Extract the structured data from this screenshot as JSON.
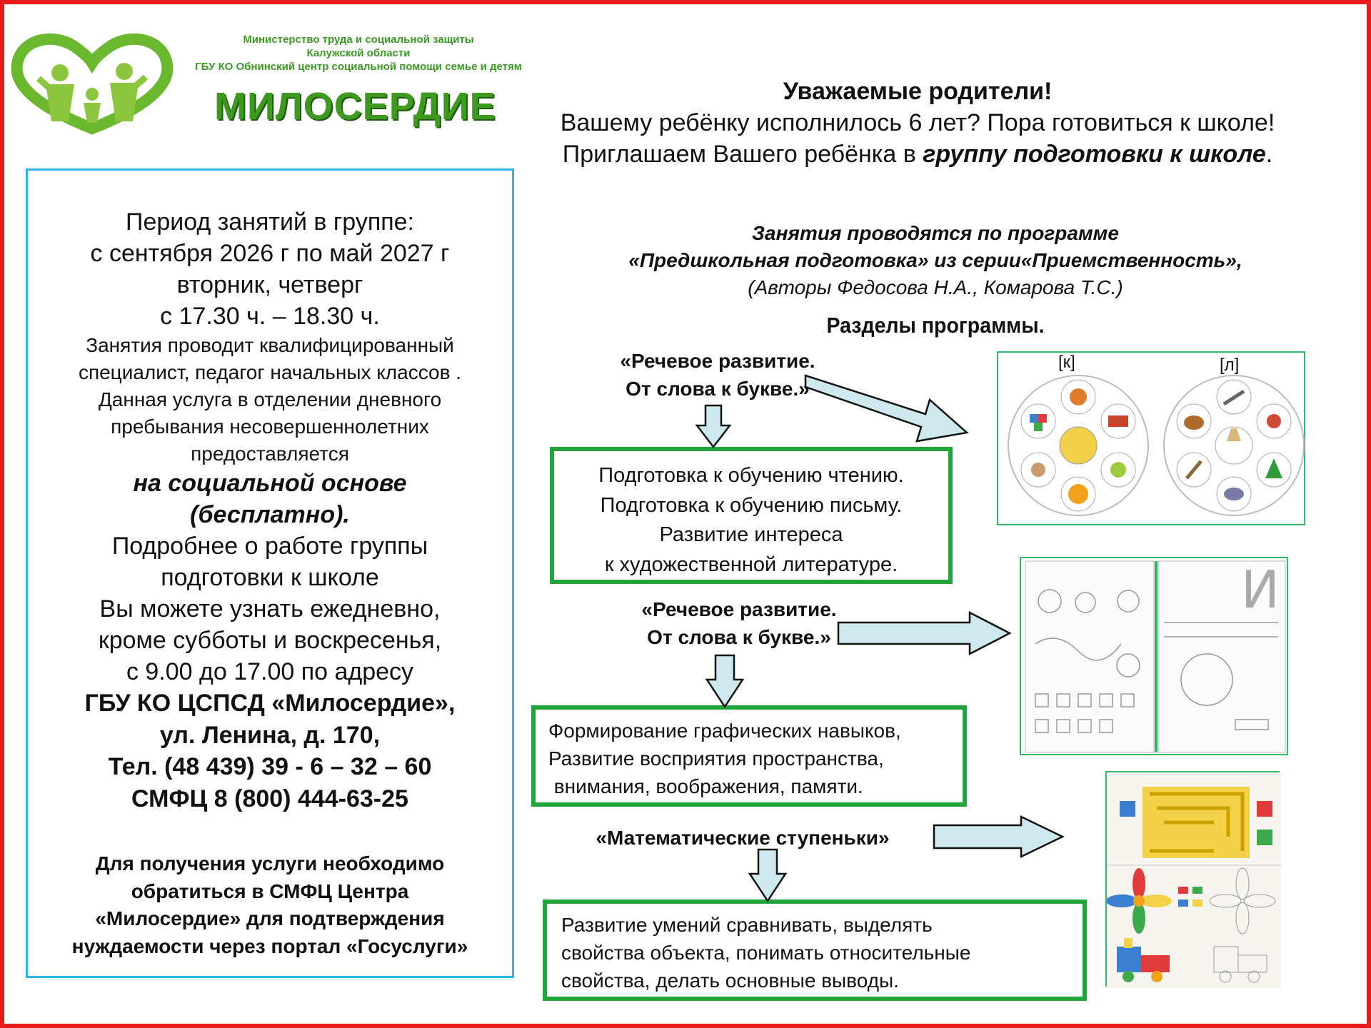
{
  "header": {
    "ministry_lines": [
      "Министерство труда и социальной защиты",
      "Калужской области",
      "ГБУ КО Обнинский центр социальной помощи семье и детям"
    ],
    "org_name": "МИЛОСЕРДИЕ"
  },
  "greeting": {
    "title": "Уважаемые родители!",
    "line1": "Вашему ребёнку исполнилось 6 лет? Пора готовиться к школе!",
    "line2_prefix": "Приглашаем Вашего ребёнка в ",
    "line2_emphasis": "группу подготовки к школе",
    "line2_suffix": "."
  },
  "left_panel": {
    "period_label": "Период занятий в группе:",
    "period_dates": "с сентября  2026 г  по май 2027 г",
    "days": "вторник, четверг",
    "time": "с 17.30 ч. – 18.30 ч.",
    "teacher_1": "Занятия проводит квалифицированный",
    "teacher_2": "специалист, педагог начальных классов  .",
    "service_1": "Данная услуга в отделении дневного",
    "service_2": "пребывания несовершеннолетних",
    "service_3": "предоставляется",
    "free_1": "на социальной основе",
    "free_2": "(бесплатно).",
    "more_1": "Подробнее о работе группы",
    "more_2": "подготовки  к школе",
    "more_3": "Вы можете узнать ежедневно,",
    "more_4": "кроме субботы и воскресенья,",
    "more_5": "с 9.00 до 17.00 по адресу",
    "org": "ГБУ КО ЦСПСД «Милосердие»,",
    "address": "ул. Ленина, д. 170,",
    "phone": "Тел.  (48 439) 39 - 6 – 32 – 60",
    "smfc": "СМФЦ 8 (800) 444-63-25",
    "note_1": "Для получения услуги необходимо",
    "note_2": "обратиться в СМФЦ Центра",
    "note_3": "«Милосердие» для подтверждения",
    "note_4": "нуждаемости через портал «Госуслуги»"
  },
  "program": {
    "line1": "Занятия проводятся по программе",
    "line2": "«Предшкольная  подготовка» из серии«Приемственность»,",
    "line3": "(Авторы  Федосова Н.А., Комарова Т.С.)",
    "sections_title": "Разделы программы."
  },
  "sections": [
    {
      "title_1": "«Речевое развитие.",
      "title_2": "От слова к букве.»",
      "items": [
        "Подготовка к обучению чтению.",
        "Подготовка к обучению письму.",
        "Развитие интереса",
        "к художественной литературе."
      ]
    },
    {
      "title_1": "«Речевое развитие.",
      "title_2": "От слова к букве.»",
      "items": [
        "Формирование графических навыков,",
        "Развитие восприятия пространства,",
        " внимания, воображения, памяти."
      ]
    },
    {
      "title_1": "«Математические ступеньки»",
      "items": [
        "Развитие умений сравнивать, выделять",
        "свойства объекта, понимать относительные",
        "свойства, делать основные выводы."
      ]
    }
  ],
  "images": {
    "sound_k": "[к]",
    "sound_l": "[л]",
    "workbook_letter": "И"
  },
  "colors": {
    "frame": "#e81c1c",
    "panel_border": "#2ab7e6",
    "box_border": "#1fa53a",
    "arrow_fill": "#cde9ee",
    "brand_green": "#3e9a1e"
  }
}
